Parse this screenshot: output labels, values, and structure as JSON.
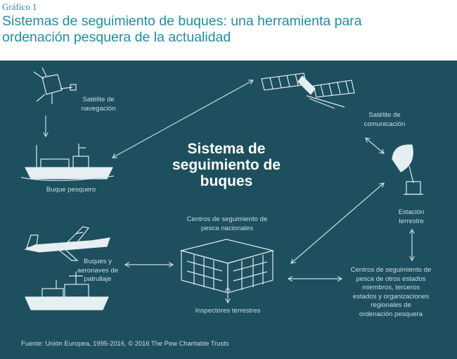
{
  "header": {
    "figure_label": "Gráfico 1",
    "title_line1": "Sistemas de seguimiento de buques: una herramienta para",
    "title_line2": "ordenación pesquera de la actualidad"
  },
  "diagram": {
    "center_title_line1": "Sistema de",
    "center_title_line2": "seguimiento de",
    "center_title_line3": "buques",
    "nav_satellite_line1": "Satélite de",
    "nav_satellite_line2": "navegación",
    "fishing_vessel": "Buque pesquero",
    "comm_satellite_line1": "Satélite de",
    "comm_satellite_line2": "comunicación",
    "ground_station_line1": "Estación",
    "ground_station_line2": "terrestre",
    "national_centres_line1": "Centros de seguimiento de",
    "national_centres_line2": "pesca nacionales",
    "patrol_line1": "Buques y",
    "patrol_line2": "aeronaves de",
    "patrol_line3": "patrullaje",
    "land_inspectors": "Inspectores terrestres",
    "other_centres_line1": "Centros de seguimiento de",
    "other_centres_line2": "pesca de otros estados",
    "other_centres_line3": "miembros, terceros",
    "other_centres_line4": "estados y organizaciones",
    "other_centres_line5": "regionales de",
    "other_centres_line6": "ordenación pesquera"
  },
  "footer": {
    "source": "Fuente: Unión Europea, 1995-2016, © 2016 The Pew Charitable Trusts"
  },
  "colors": {
    "panel_bg": "#1d4f5f",
    "title_teal": "#1f8ea1",
    "line_art": "#c9dde2"
  }
}
